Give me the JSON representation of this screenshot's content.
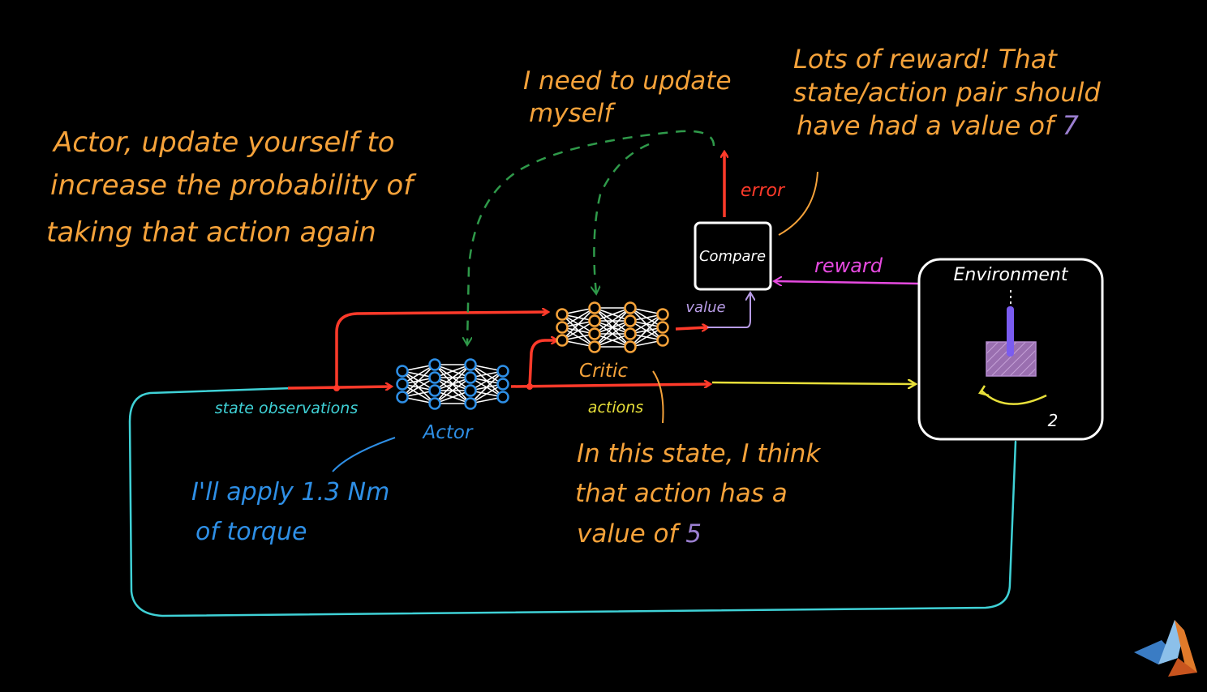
{
  "annotations": {
    "actor_note": [
      "Actor, update yourself to",
      "increase the probability of",
      "taking that action again"
    ],
    "critic_note": [
      "I need to update",
      "myself"
    ],
    "reward_note_line1": "Lots of reward! That",
    "reward_note_line2": "state/action pair should",
    "reward_note_line3_prefix": "have had a value of",
    "reward_note_value": "7",
    "actor_quote": [
      "I'll apply 1.3 Nm",
      "of torque"
    ],
    "critic_quote_line1": "In this state, I think",
    "critic_quote_line2": "that action has a",
    "critic_quote_line3_prefix": "value of",
    "critic_quote_value": "5"
  },
  "labels": {
    "state_observations": "state observations",
    "actor": "Actor",
    "critic": "Critic",
    "actions": "actions",
    "value": "value",
    "compare": "Compare",
    "error": "error",
    "reward": "reward",
    "environment": "Environment"
  },
  "colors": {
    "annotation": "#f5a23a",
    "observation_loop": "#3fd1d6",
    "actor_network": "#2e8fe6",
    "critic_network": "#f5a23a",
    "signal_red": "#ff3a2a",
    "actions_yellow": "#e8e03a",
    "reward_magenta": "#e64ae0",
    "value_purple": "#b89ce6",
    "update_dashed_green": "#2f9a4a"
  },
  "icons": {
    "logo": "matlab-logo-icon",
    "pendulum": "pendulum-icon"
  }
}
